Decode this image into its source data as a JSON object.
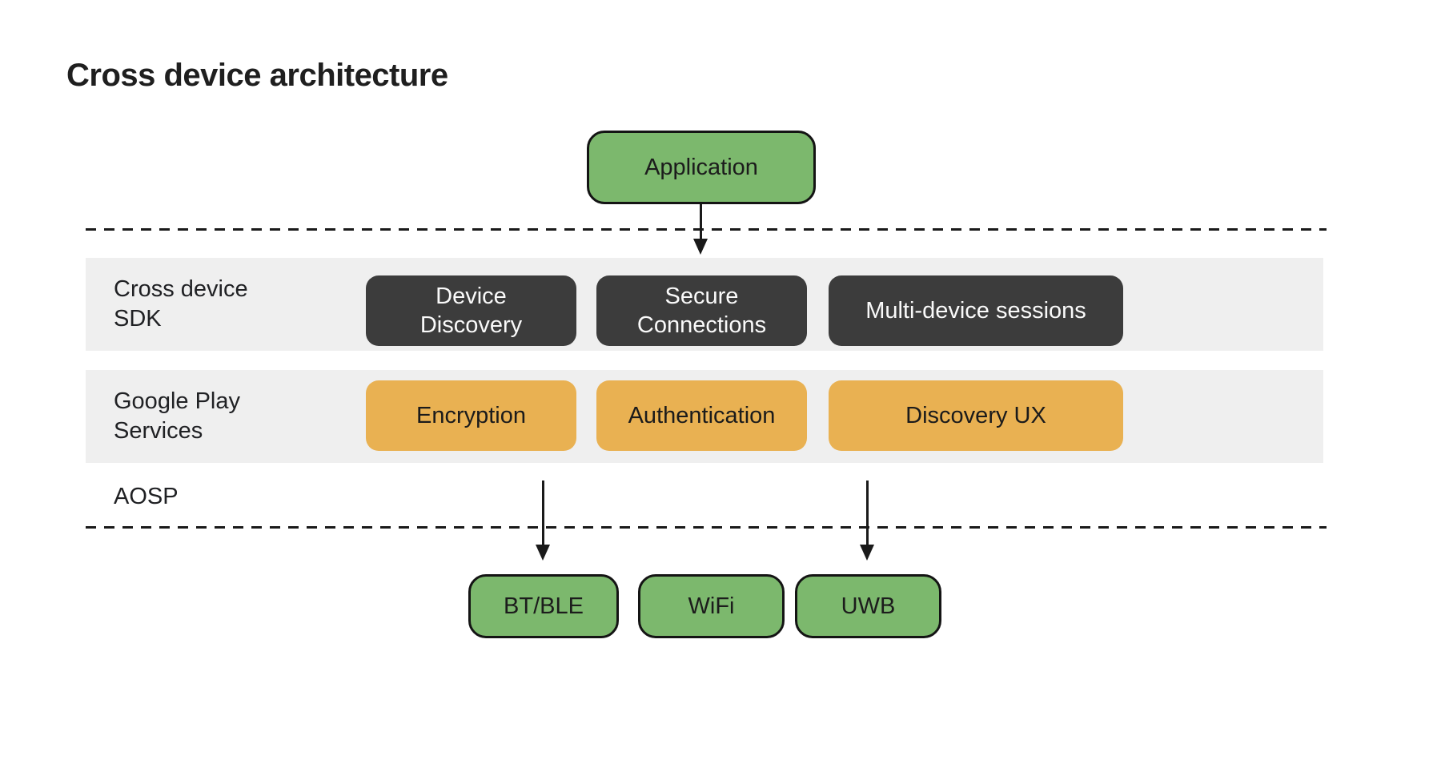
{
  "title": "Cross device architecture",
  "diagram": {
    "application": {
      "label": "Application"
    },
    "sdk_band": {
      "label": "Cross device\nSDK",
      "boxes": [
        {
          "label": "Device\nDiscovery"
        },
        {
          "label": "Secure\nConnections"
        },
        {
          "label": "Multi-device sessions"
        }
      ]
    },
    "gps_band": {
      "label": "Google Play\nServices",
      "boxes": [
        {
          "label": "Encryption"
        },
        {
          "label": "Authentication"
        },
        {
          "label": "Discovery UX"
        }
      ]
    },
    "aosp_label": "AOSP",
    "transports": [
      {
        "label": "BT/BLE"
      },
      {
        "label": "WiFi"
      },
      {
        "label": "UWB"
      }
    ]
  },
  "colors": {
    "green": "#7cb86d",
    "dark_gray": "#3c3c3c",
    "orange": "#e9b152",
    "band_gray": "#efefef",
    "ink": "#1f1f1f"
  }
}
